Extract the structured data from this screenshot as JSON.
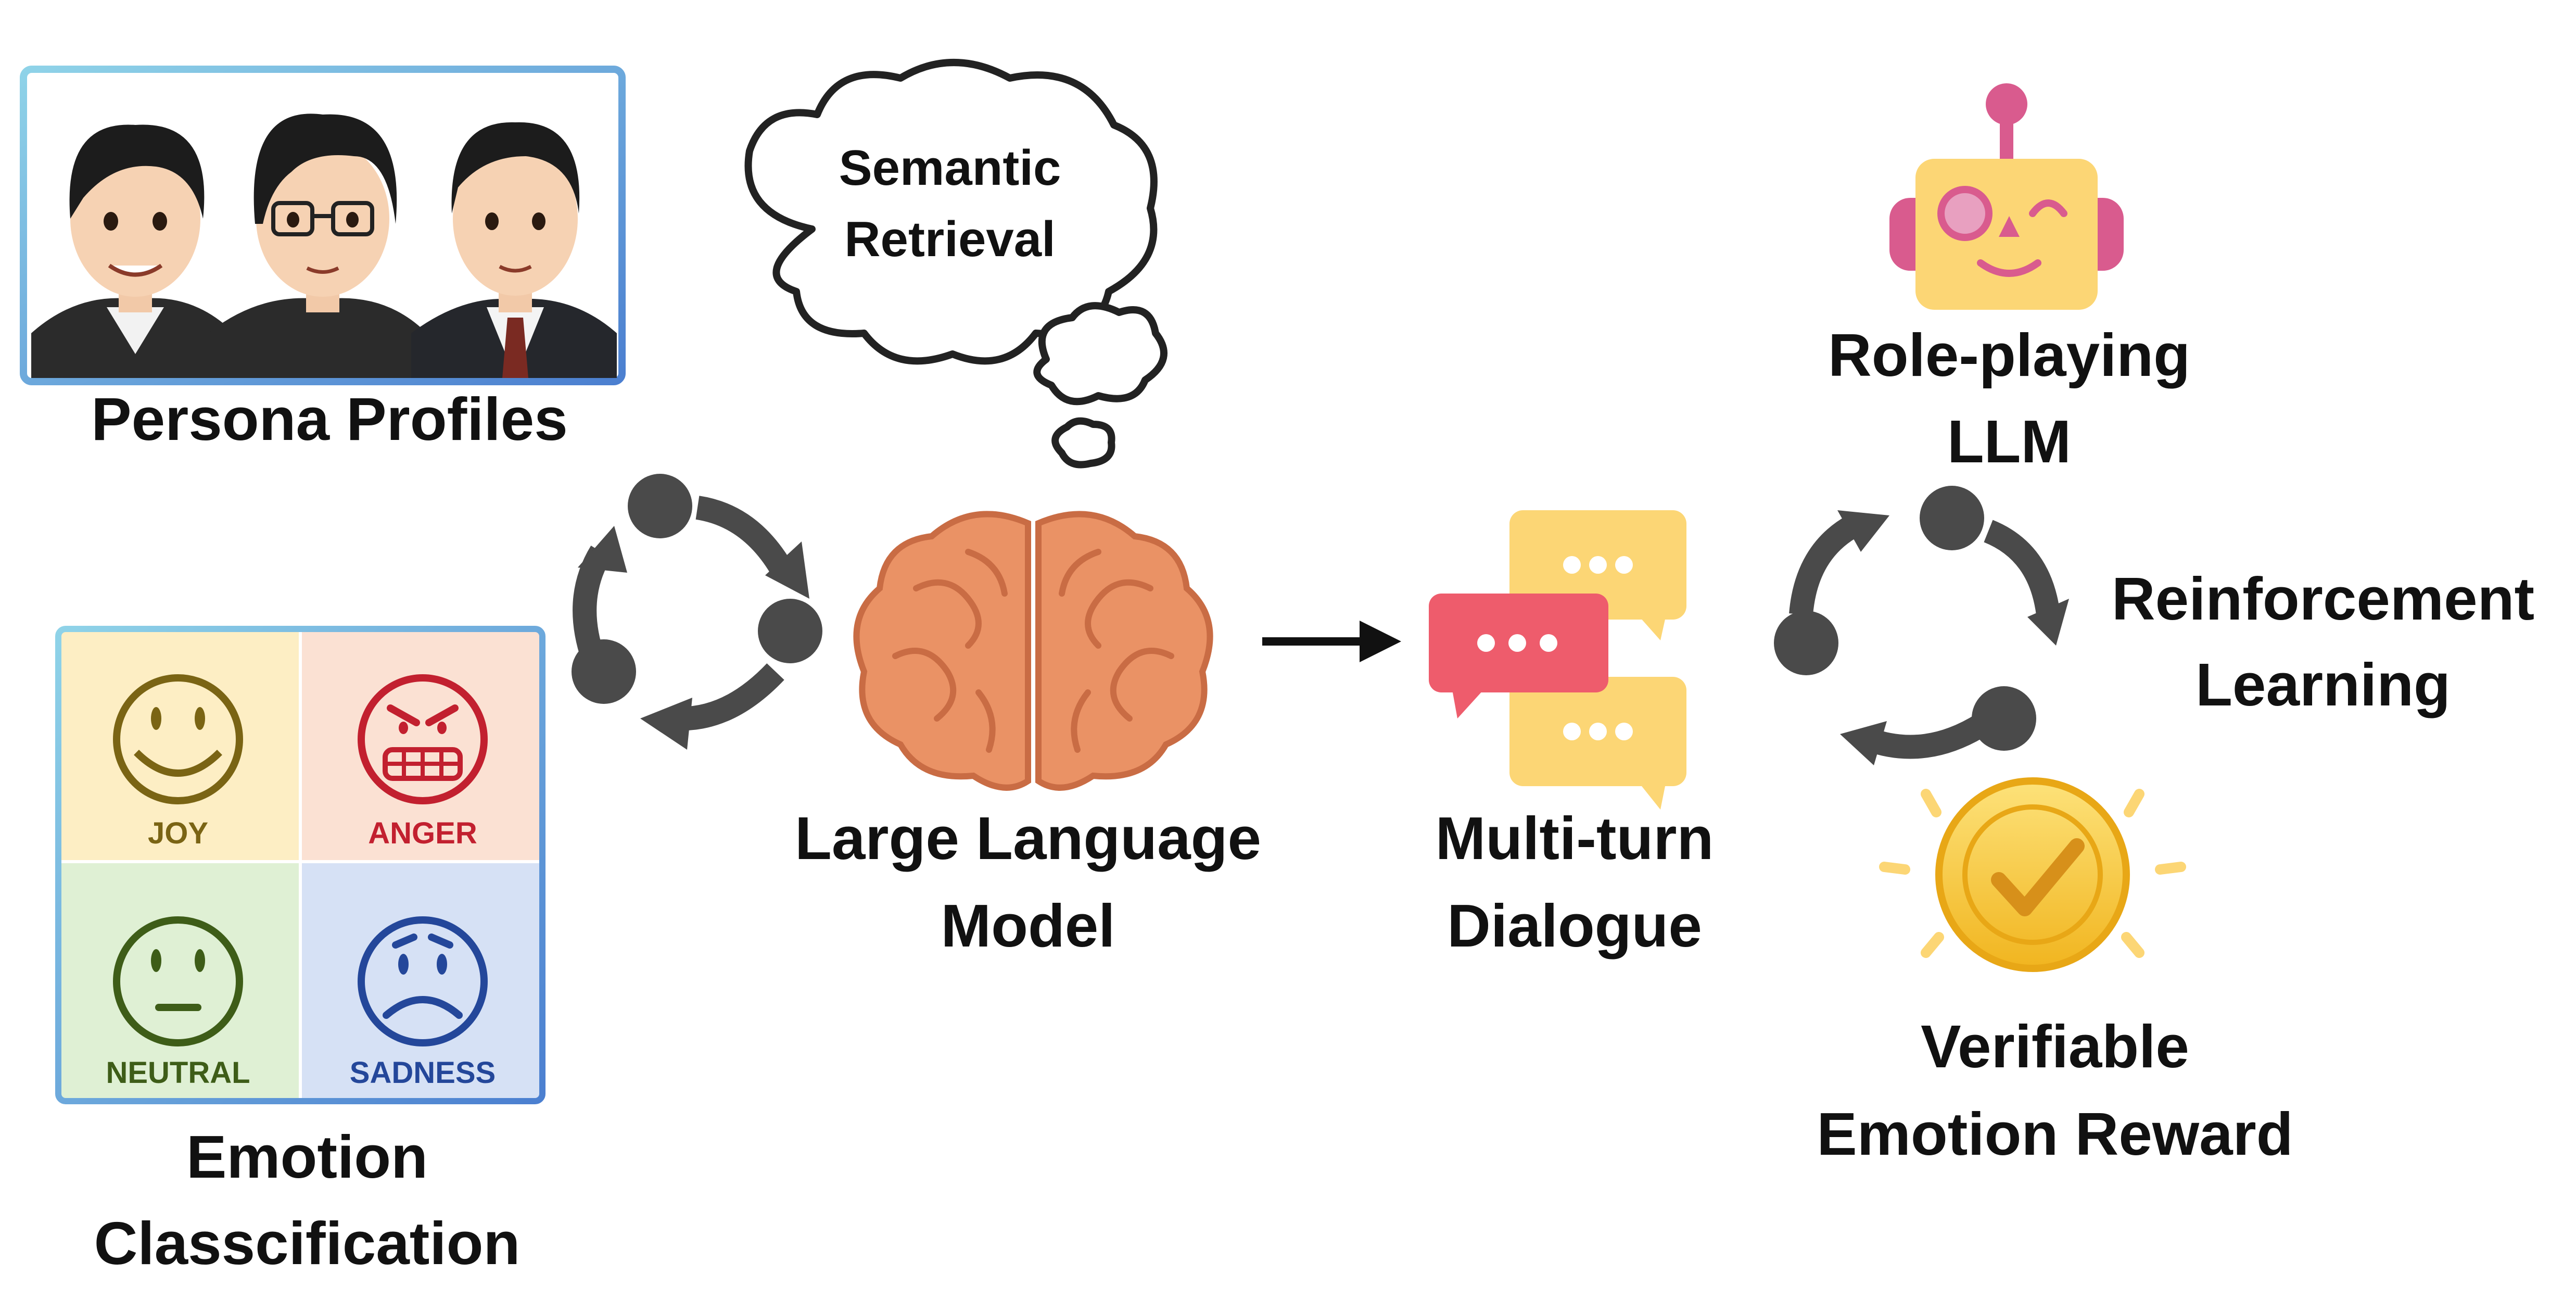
{
  "persona": {
    "label": "Persona Profiles"
  },
  "emotion": {
    "label_line1": "Emotion",
    "label_line2": "Classcification",
    "joy": {
      "label": "JOY",
      "color": "#7a6414",
      "bg": "#fdeec4"
    },
    "anger": {
      "label": "ANGER",
      "color": "#c2202f",
      "bg": "#fbe1d3"
    },
    "neutral": {
      "label": "NEUTRAL",
      "color": "#3e5d18",
      "bg": "#dff0d4"
    },
    "sadness": {
      "label": "SADNESS",
      "color": "#24479a",
      "bg": "#d6e1f5"
    }
  },
  "semantic": {
    "line1": "Semantic",
    "line2": "Retrieval"
  },
  "llm": {
    "line1": "Large Language",
    "line2": "Model",
    "icon": "brain-icon"
  },
  "dialogue": {
    "line1": "Multi-turn",
    "line2": "Dialogue",
    "icon": "chat-bubbles-icon"
  },
  "roleplay": {
    "line1": "Role-playing",
    "line2": "LLM",
    "icon": "robot-icon"
  },
  "rl": {
    "line1": "Reinforcement",
    "line2": "Learning"
  },
  "reward": {
    "line1": "Verifiable",
    "line2": "Emotion Reward",
    "icon": "check-coin-icon"
  },
  "colors": {
    "cycle": "#4a4a4a",
    "frame": "#6fb1dc",
    "brain": "#ea9265",
    "bubble_yellow": "#fcd675",
    "bubble_red": "#ee5c6c",
    "robot_yellow": "#fcd675",
    "robot_pink": "#d95b8e",
    "coin": "#f6c530"
  }
}
